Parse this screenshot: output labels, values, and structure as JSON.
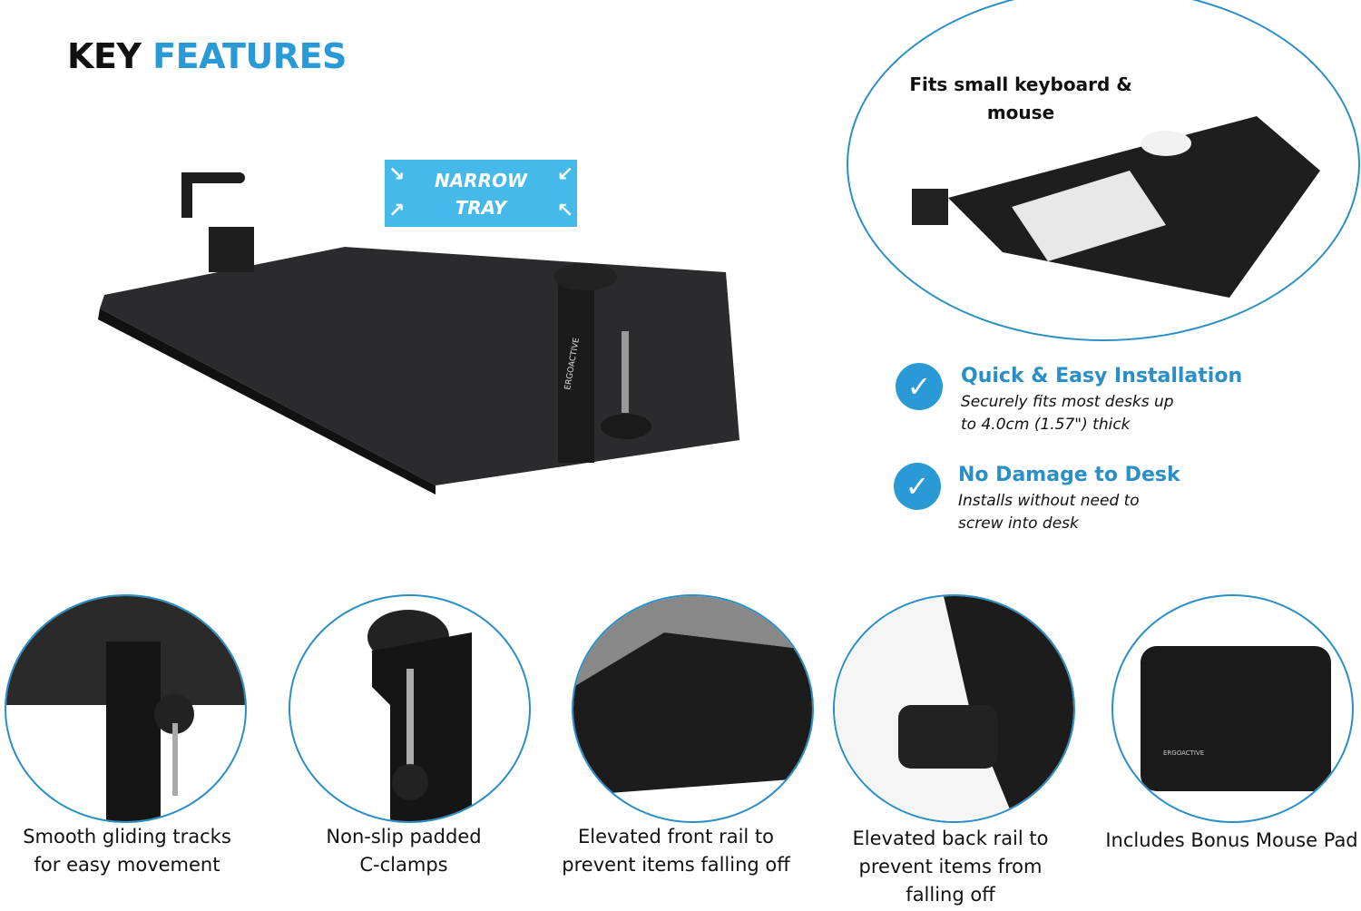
{
  "title": {
    "part1": "KEY",
    "part2": "FEATURES"
  },
  "badge": {
    "line1": "NARROW",
    "line2": "TRAY"
  },
  "brand": "ERGOACTIVE",
  "top_circle": {
    "caption_line1": "Fits small keyboard &",
    "caption_line2": "mouse"
  },
  "features": [
    {
      "heading": "Quick & Easy Installation",
      "line1": "Securely fits most desks up",
      "line2": "to 4.0cm (1.57\") thick"
    },
    {
      "heading": "No Damage to Desk",
      "line1": "Installs without need to",
      "line2": "screw into desk"
    }
  ],
  "details": [
    {
      "line1": "Smooth gliding tracks",
      "line2": "for easy movement",
      "line3": ""
    },
    {
      "line1": "Non-slip padded",
      "line2": "C-clamps",
      "line3": ""
    },
    {
      "line1": "Elevated front rail to",
      "line2": "prevent items falling off",
      "line3": ""
    },
    {
      "line1": "Elevated back rail to",
      "line2": "prevent items from",
      "line3": "falling off"
    },
    {
      "line1": "Includes Bonus Mouse Pad",
      "line2": "",
      "line3": ""
    }
  ],
  "colors": {
    "accent": "#2a9ad6",
    "badge": "#45b9ea"
  }
}
